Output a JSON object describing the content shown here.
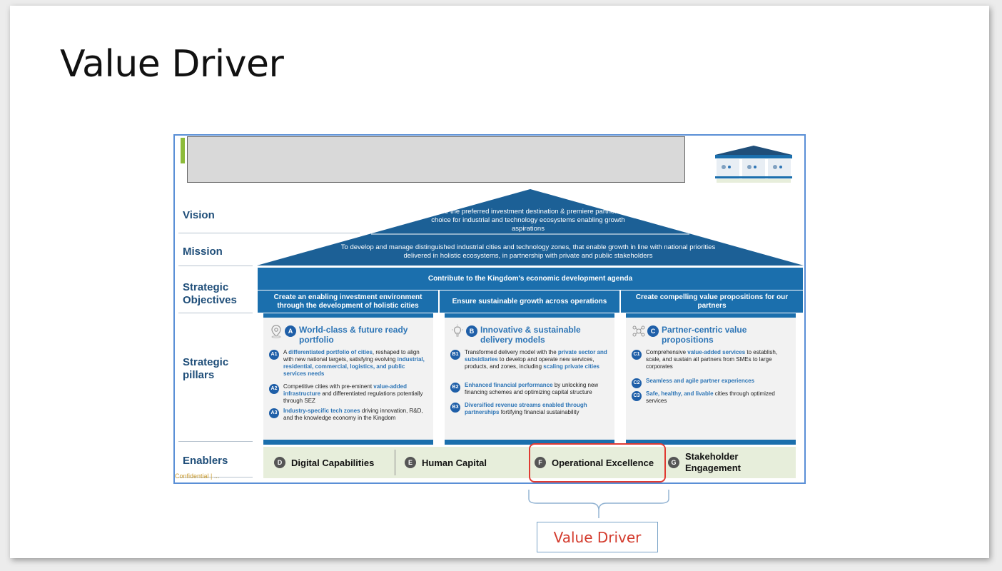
{
  "slide": {
    "title": "Value Driver",
    "footer": "Confidential | ...",
    "callout": "Value Driver"
  },
  "labels": {
    "vision": "Vision",
    "mission": "Mission",
    "objectives": "Strategic\nObjectives",
    "pillars": "Strategic\npillars",
    "enablers": "Enablers"
  },
  "vision_text": "To be the preferred investment destination & premiere partner of choice for industrial and technology ecosystems enabling growth aspirations",
  "mission_text": "To develop and manage distinguished industrial cities and technology zones, that enable growth in line with national priorities delivered in holistic ecosystems, in partnership with private and public stakeholders",
  "objective_main": "Contribute to the Kingdom's economic development agenda",
  "objectives": [
    "Create an enabling investment environment through the development of holistic cities",
    "Ensure sustainable growth across operations",
    "Create compelling value propositions for our partners"
  ],
  "pillars": [
    {
      "letter": "A",
      "icon": "location-pin-icon",
      "title": "World-class & future ready portfolio",
      "items": [
        {
          "code": "A1",
          "pre": "A ",
          "bold": "differentiated portfolio of cities",
          "mid": ", reshaped to align with new national targets, satisfying evolving ",
          "bold2": "industrial, residential, commercial, logistics, and public services needs",
          "post": ""
        },
        {
          "code": "A2",
          "pre": "Competitive cities with pre-eminent ",
          "bold": "value-added infrastructure",
          "mid": " and differentiated regulations potentially through SEZ",
          "bold2": "",
          "post": ""
        },
        {
          "code": "A3",
          "pre": "",
          "bold": "Industry-specific tech zones",
          "mid": " driving innovation, R&D, and the knowledge economy in the Kingdom",
          "bold2": "",
          "post": ""
        }
      ]
    },
    {
      "letter": "B",
      "icon": "lightbulb-icon",
      "title": "Innovative & sustainable delivery models",
      "items": [
        {
          "code": "B1",
          "pre": "Transformed delivery model with the ",
          "bold": "private sector and subsidiaries",
          "mid": " to develop and operate new services, products, and zones, including ",
          "bold2": "scaling private cities",
          "post": ""
        },
        {
          "code": "B2",
          "pre": "",
          "bold": "Enhanced financial performance",
          "mid": " by unlocking new financing schemes and optimizing capital structure",
          "bold2": "",
          "post": ""
        },
        {
          "code": "B3",
          "pre": "",
          "bold": "Diversified revenue streams enabled through partnerships",
          "mid": " fortifying financial sustainability",
          "bold2": "",
          "post": ""
        }
      ]
    },
    {
      "letter": "C",
      "icon": "partners-network-icon",
      "title": "Partner-centric value propositions",
      "items": [
        {
          "code": "C1",
          "pre": "Comprehensive ",
          "bold": "value-added services",
          "mid": " to establish, scale, and sustain all partners from SMEs to large corporates",
          "bold2": "",
          "post": ""
        },
        {
          "code": "C2",
          "pre": "",
          "bold": "Seamless and agile partner experiences",
          "mid": "",
          "bold2": "",
          "post": ""
        },
        {
          "code": "C3",
          "pre": "",
          "bold": "Safe, healthy, and livable",
          "mid": " cities through optimized services",
          "bold2": "",
          "post": ""
        }
      ]
    }
  ],
  "enablers": [
    {
      "letter": "D",
      "label": "Digital Capabilities"
    },
    {
      "letter": "E",
      "label": "Human Capital"
    },
    {
      "letter": "F",
      "label": "Operational Excellence"
    },
    {
      "letter": "G",
      "label": "Stakeholder Engagement"
    }
  ],
  "colors": {
    "primary_blue": "#1b6fad",
    "roof_dark": "#1f4e79",
    "highlight_red": "#e03a32",
    "enabler_green": "#e7eedb"
  }
}
